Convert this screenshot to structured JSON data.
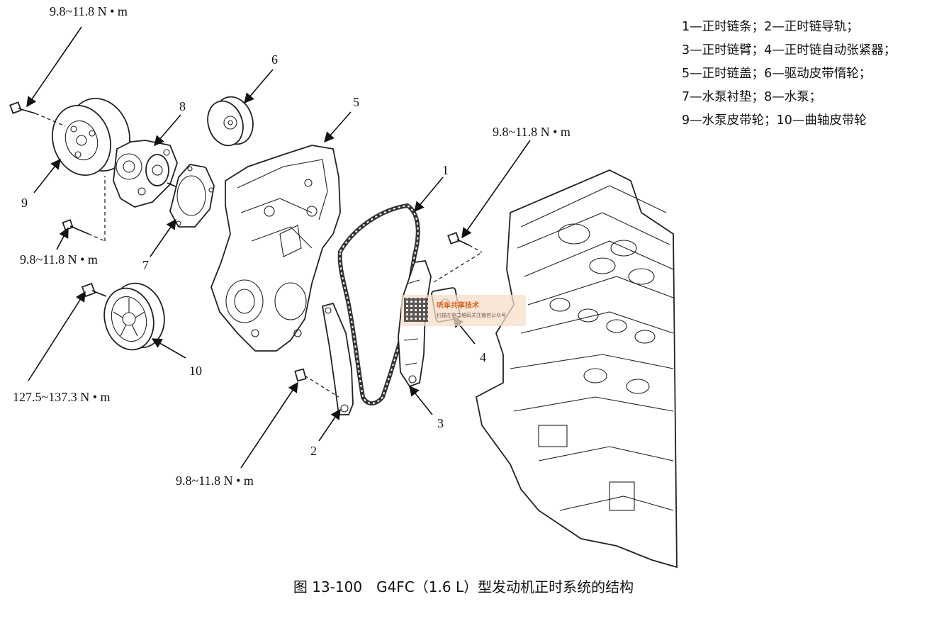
{
  "torque_labels": {
    "top_left": "9.8~11.8 N • m",
    "mid_left": "9.8~11.8 N • m",
    "crank": "127.5~137.3 N • m",
    "bottom": "9.8~11.8 N • m",
    "right": "9.8~11.8 N • m"
  },
  "callouts": [
    "1",
    "2",
    "3",
    "4",
    "5",
    "6",
    "7",
    "8",
    "9",
    "10"
  ],
  "legend": [
    "1—正时链条；2—正时链导轨；",
    "3—正时链臂；4—正时链自动张紧器；",
    "5—正时链盖；6—驱动皮带惰轮；",
    "7—水泵衬垫；8—水泵；",
    "9—水泵皮带轮；10—曲轴皮带轮"
  ],
  "caption": "图 13-100　G4FC（1.6 L）型发动机正时系统的结构",
  "watermark": {
    "title": "听车共享技术",
    "subtitle": "扫描左侧二维码关注微信公众号"
  }
}
